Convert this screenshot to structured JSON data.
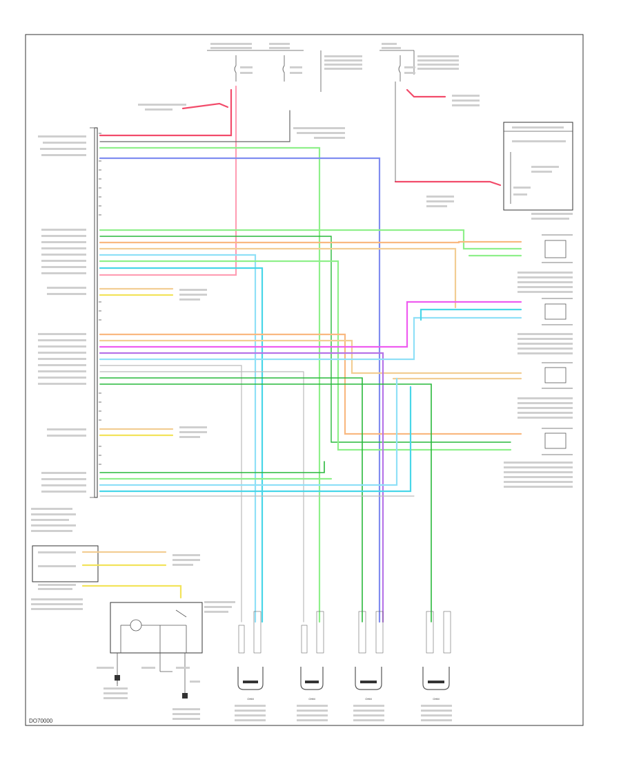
{
  "diagram": {
    "code": "DO70000",
    "colors": {
      "red": "#f24b6a",
      "pink": "#ff9eb4",
      "light_green": "#8ef08a",
      "green": "#27b83a",
      "light_blue": "#8fe0f7",
      "cyan": "#48d6e8",
      "dark_blue": "#7f8cf0",
      "orange": "#f9b880",
      "tan": "#f2cd93",
      "yellow": "#f2e35a",
      "magenta": "#ee5cf0",
      "violet": "#b573e8",
      "gray": "#999999",
      "black": "#333333"
    },
    "sensor_labels": [
      "OHM",
      "OHM",
      "OHM",
      "OHM"
    ]
  }
}
